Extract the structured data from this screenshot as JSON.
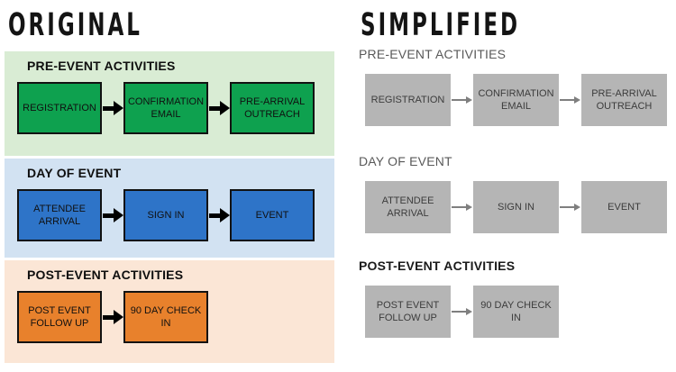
{
  "original": {
    "title": "ORIGINAL",
    "arrow_color": "#000000",
    "sections": [
      {
        "header": "PRE-EVENT ACTIVITIES",
        "band_bg": "#d9ecd4",
        "box_bg": "#0ea14f",
        "boxes": [
          "REGISTRATION",
          "CONFIRMATION EMAIL",
          "PRE-ARRIVAL OUTREACH"
        ]
      },
      {
        "header": "DAY OF EVENT",
        "band_bg": "#d2e2f2",
        "box_bg": "#2e74c8",
        "boxes": [
          "ATTENDEE ARRIVAL",
          "SIGN IN",
          "EVENT"
        ]
      },
      {
        "header": "POST-EVENT ACTIVITIES",
        "band_bg": "#fbe6d6",
        "box_bg": "#e8812c",
        "boxes": [
          "POST EVENT FOLLOW UP",
          "90 DAY CHECK IN"
        ]
      }
    ]
  },
  "simplified": {
    "title": "SIMPLIFIED",
    "box_bg": "#b5b5b5",
    "arrow_color": "#7f7f7f",
    "sections": [
      {
        "header": "PRE-EVENT ACTIVITIES",
        "header_color": "#595959",
        "boxes": [
          "REGISTRATION",
          "CONFIRMATION EMAIL",
          "PRE-ARRIVAL OUTREACH"
        ]
      },
      {
        "header": "DAY OF EVENT",
        "header_color": "#595959",
        "boxes": [
          "ATTENDEE ARRIVAL",
          "SIGN IN",
          "EVENT"
        ]
      },
      {
        "header": "POST-EVENT ACTIVITIES",
        "header_color": "#1a1a1a",
        "boxes": [
          "POST EVENT FOLLOW UP",
          "90 DAY CHECK IN"
        ]
      }
    ]
  }
}
